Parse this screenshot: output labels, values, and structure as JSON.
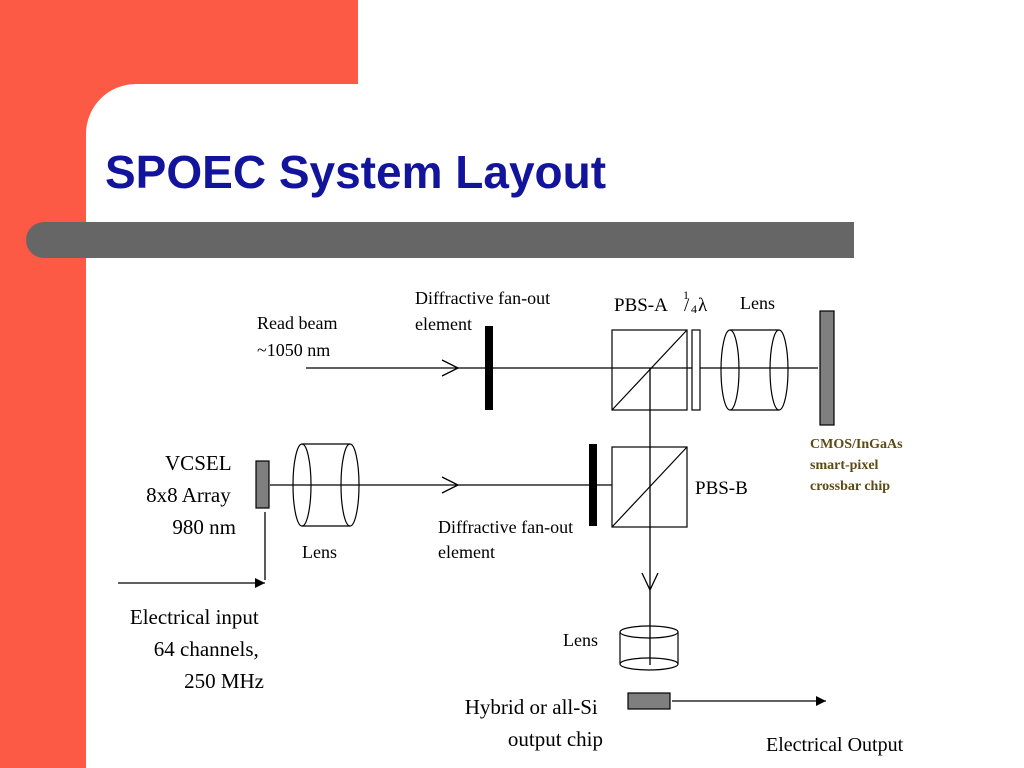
{
  "slide": {
    "title": "SPOEC System Layout",
    "colors": {
      "accent": "#fc5a44",
      "title": "#13149c",
      "bar": "#666666",
      "chip_label": "#5c4a14",
      "device": "#7f7f7f"
    }
  },
  "diagram": {
    "read_beam": {
      "line1": "Read beam",
      "line2": "~1050 nm"
    },
    "diffractive_top": {
      "line1": "Diffractive fan-out",
      "line2": "element"
    },
    "pbs_a": "PBS-A",
    "quarter_wave": {
      "num": "1",
      "den": "4",
      "symbol": "λ"
    },
    "lens_top": "Lens",
    "chip": {
      "line1": "CMOS/InGaAs",
      "line2": "smart-pixel",
      "line3": "crossbar chip"
    },
    "vcsel": {
      "line1": "VCSEL",
      "line2": "8x8 Array",
      "line3": "980 nm"
    },
    "lens_left": "Lens",
    "diffractive_bottom": {
      "line1": "Diffractive fan-out",
      "line2": "element"
    },
    "pbs_b": "PBS-B",
    "electrical_input": {
      "line1": "Electrical input",
      "line2": "64 channels,",
      "line3": "250 MHz"
    },
    "lens_bottom": "Lens",
    "output_chip": {
      "line1": "Hybrid or all-Si",
      "line2": "output chip"
    },
    "electrical_output": "Electrical Output"
  }
}
